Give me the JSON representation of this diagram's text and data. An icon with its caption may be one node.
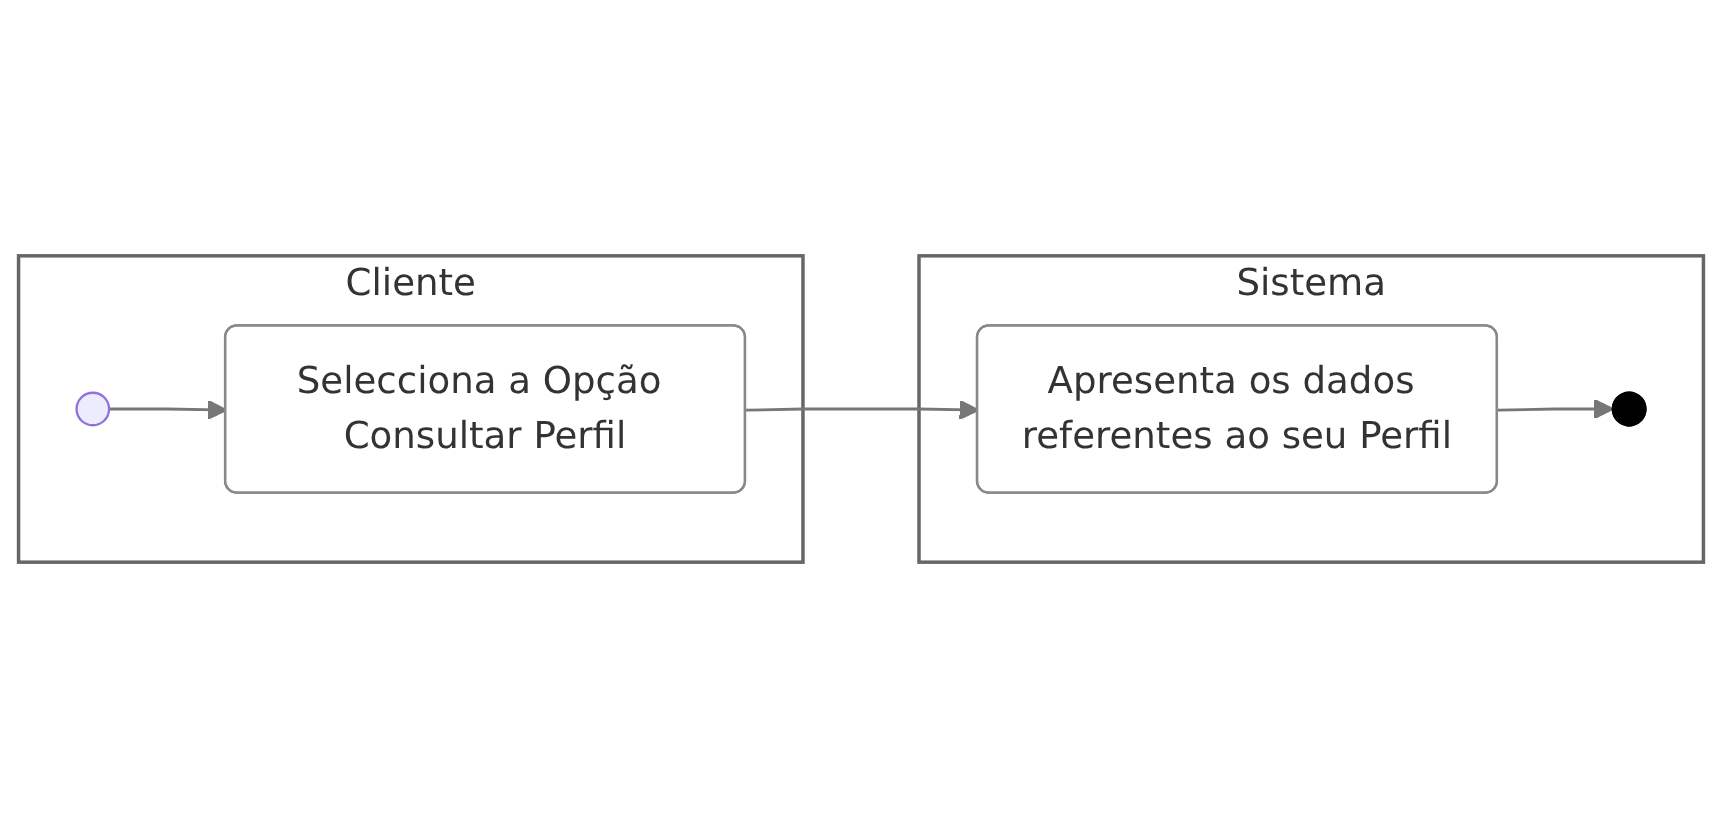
{
  "diagram": {
    "nodes": [
      {
        "text": [
          "Cliente"
        ]
      },
      {
        "text": [
          "Sistema"
        ]
      },
      {
        "text": [],
        "shape": "circle",
        "in": 0
      },
      {
        "text": [
          "Selecciona a Opção Consultar Perfil"
        ],
        "in": 0
      },
      {
        "text": [
          "Apresenta os dados referentes ao seu Perfil"
        ],
        "in": 1
      },
      {
        "text": [],
        "shape": "bullseye",
        "in": 1
      }
    ],
    "edges": [
      {
        "from": 2,
        "to": 3,
        "arrow": "to"
      },
      {
        "from": 3,
        "to": 4,
        "arrow": "to"
      },
      {
        "from": 4,
        "to": 5,
        "arrow": "to"
      }
    ]
  }
}
